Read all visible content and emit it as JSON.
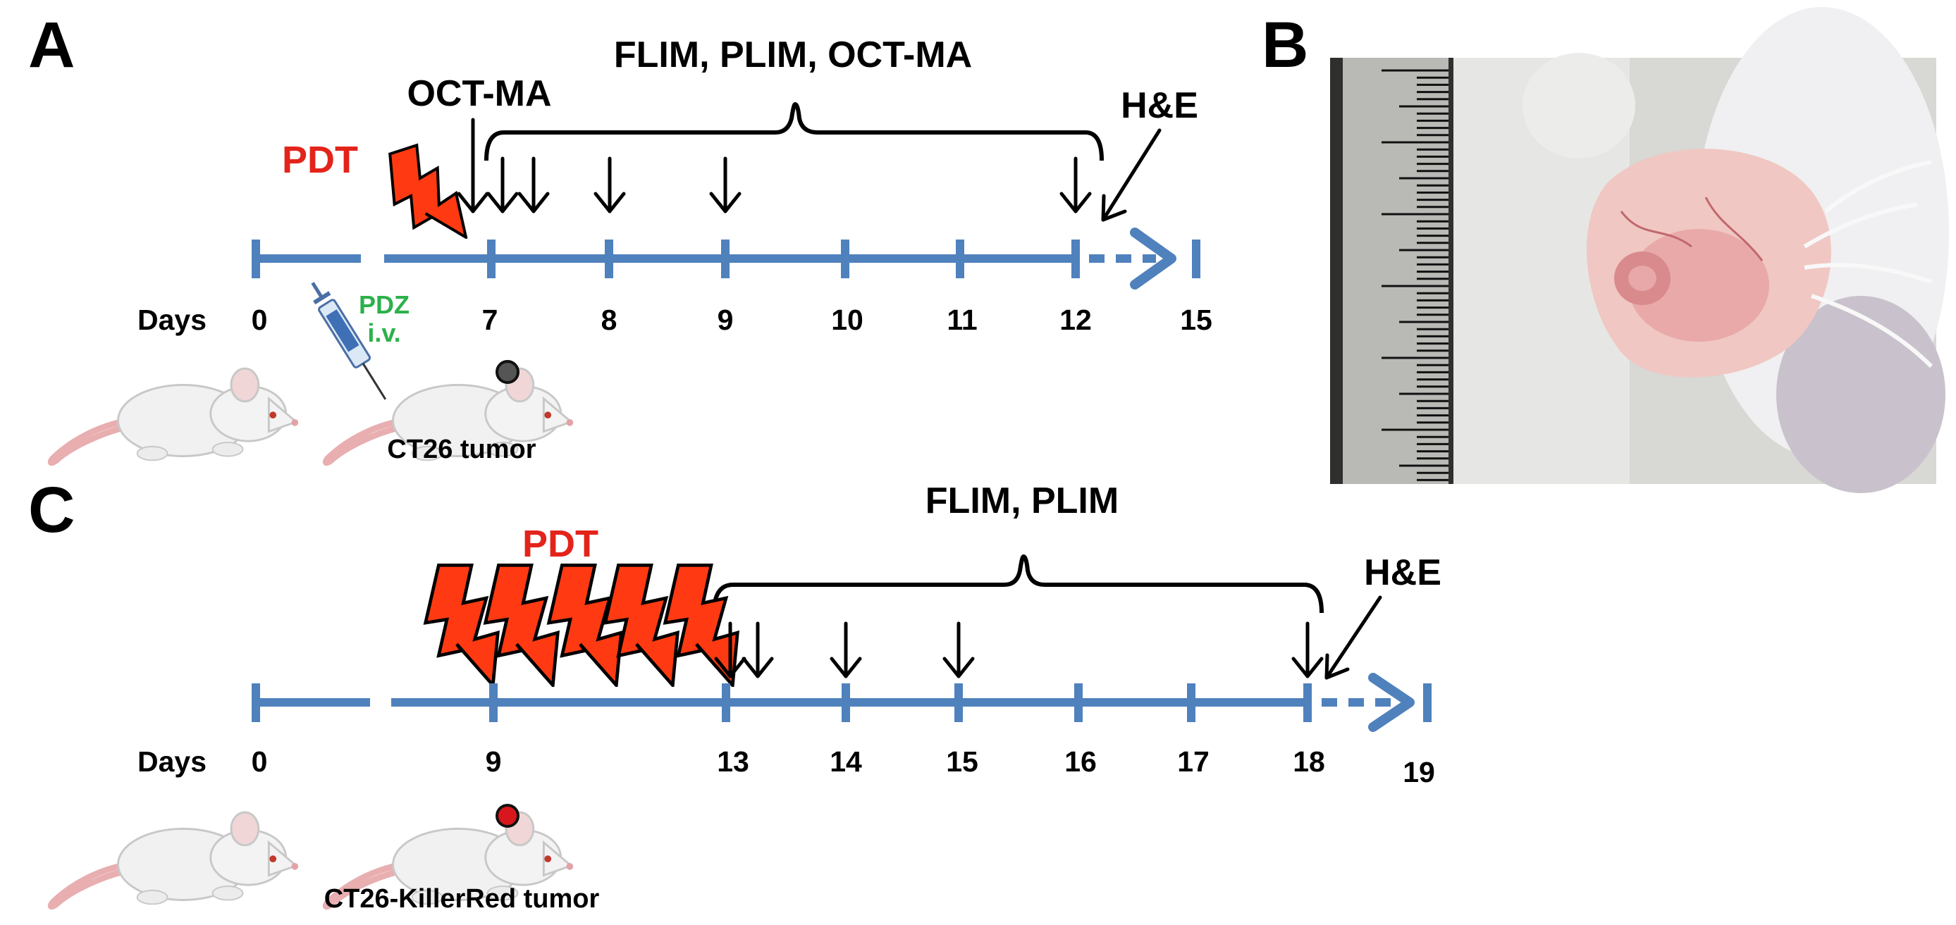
{
  "panels": {
    "a": {
      "letter": "A",
      "pdt_label": "PDT",
      "oct_label": "OCT-MA",
      "bracket_label": "FLIM, PLIM, OCT-MA",
      "he_label": "H&E",
      "days_label": "Days",
      "ticks": [
        "0",
        "7",
        "8",
        "9",
        "10",
        "11",
        "12",
        "15"
      ],
      "pdz_line1": "PDZ",
      "pdz_line2": "i.v.",
      "tumor_caption": "CT26 tumor"
    },
    "b": {
      "letter": "B"
    },
    "c": {
      "letter": "C",
      "pdt_label": "PDT",
      "bracket_label": "FLIM, PLIM",
      "he_label": "H&E",
      "days_label": "Days",
      "ticks": [
        "0",
        "9",
        "13",
        "14",
        "15",
        "16",
        "17",
        "18",
        "19"
      ],
      "tumor_caption": "CT26-KillerRed tumor"
    }
  },
  "colors": {
    "timeline": "#4f81bd",
    "pdt_text": "#e3241b",
    "bolt_fill": "#ff3a12",
    "pdz_text": "#2db14b",
    "tumor_a": "#555555",
    "tumor_c": "#d8171c"
  },
  "icons": [
    "lightning-bolt-icon",
    "syringe-icon",
    "mouse-icon",
    "arrow-down-icon"
  ]
}
